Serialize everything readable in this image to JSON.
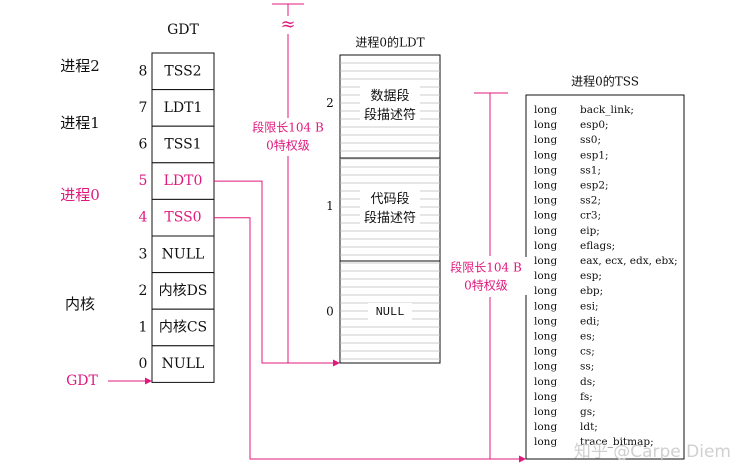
{
  "colors": {
    "accent": "#e0197d",
    "ink": "#111111",
    "grid": "#bbbbbb"
  },
  "gdt": {
    "title": "GDT",
    "rows": [
      {
        "index": "8",
        "label": "TSS2",
        "highlight": false
      },
      {
        "index": "7",
        "label": "LDT1",
        "highlight": false
      },
      {
        "index": "6",
        "label": "TSS1",
        "highlight": false
      },
      {
        "index": "5",
        "label": "LDT0",
        "highlight": true
      },
      {
        "index": "4",
        "label": "TSS0",
        "highlight": true
      },
      {
        "index": "3",
        "label": "NULL",
        "highlight": false
      },
      {
        "index": "2",
        "label": "内核DS",
        "highlight": false
      },
      {
        "index": "1",
        "label": "内核CS",
        "highlight": false
      },
      {
        "index": "0",
        "label": "NULL",
        "highlight": false
      }
    ],
    "pointer_label": "GDT"
  },
  "side_labels": [
    {
      "text": "进程2",
      "highlight": false
    },
    {
      "text": "进程1",
      "highlight": false
    },
    {
      "text": "进程0",
      "highlight": true
    },
    {
      "text": "内核",
      "highlight": false
    }
  ],
  "ldt": {
    "title": "进程0的LDT",
    "blocks": [
      {
        "index": "2",
        "line1": "数据段",
        "line2": "段描述符"
      },
      {
        "index": "1",
        "line1": "代码段",
        "line2": "段描述符"
      },
      {
        "index": "0",
        "line1": "NULL",
        "line2": ""
      }
    ],
    "limit_line1": "段限长104 B",
    "limit_line2": "0特权级",
    "break_mark": "≈"
  },
  "tss": {
    "title": "进程0的TSS",
    "limit_line1": "段限长104 B",
    "limit_line2": "0特权级",
    "fields": [
      {
        "type": "long",
        "name": "back_link;"
      },
      {
        "type": "long",
        "name": "esp0;"
      },
      {
        "type": "long",
        "name": "ss0;"
      },
      {
        "type": "long",
        "name": "esp1;"
      },
      {
        "type": "long",
        "name": "ss1;"
      },
      {
        "type": "long",
        "name": "esp2;"
      },
      {
        "type": "long",
        "name": "ss2;"
      },
      {
        "type": "long",
        "name": "cr3;"
      },
      {
        "type": "long",
        "name": "eip;"
      },
      {
        "type": "long",
        "name": "eflags;"
      },
      {
        "type": "long",
        "name": "eax, ecx, edx, ebx;"
      },
      {
        "type": "long",
        "name": "esp;"
      },
      {
        "type": "long",
        "name": "ebp;"
      },
      {
        "type": "long",
        "name": "esi;"
      },
      {
        "type": "long",
        "name": "edi;"
      },
      {
        "type": "long",
        "name": "es;"
      },
      {
        "type": "long",
        "name": "cs;"
      },
      {
        "type": "long",
        "name": "ss;"
      },
      {
        "type": "long",
        "name": "ds;"
      },
      {
        "type": "long",
        "name": "fs;"
      },
      {
        "type": "long",
        "name": "gs;"
      },
      {
        "type": "long",
        "name": "ldt;"
      },
      {
        "type": "long",
        "name": "trace_bitmap;"
      }
    ]
  },
  "watermark": "知乎 @Carpe Diem"
}
